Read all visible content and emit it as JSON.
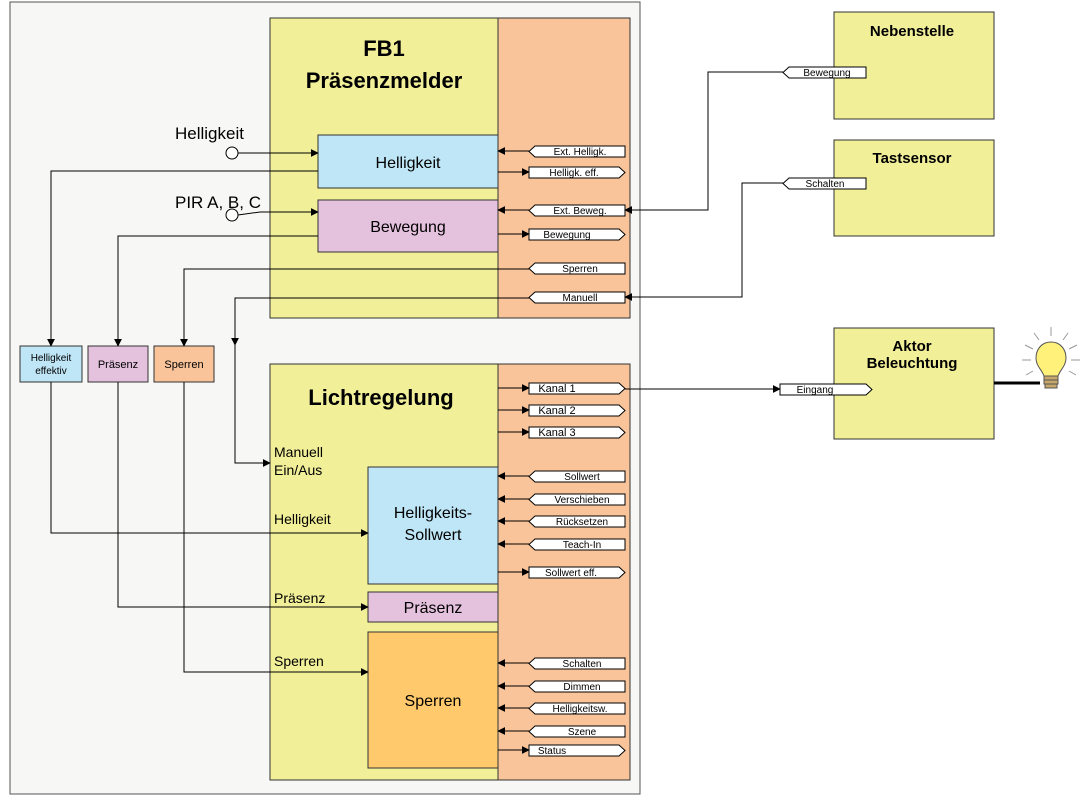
{
  "fb1": {
    "title_line1": "FB1",
    "title_line2": "Präsenzmelder",
    "helligkeit_block": "Helligkeit",
    "bewegung_block": "Bewegung",
    "input_helligkeit": "Helligkeit",
    "input_pir": "PIR A, B, C",
    "connectors": {
      "ext_hellig": "Ext. Helligk.",
      "hellig_eff": "Helligk. eff.",
      "ext_beweg": "Ext. Beweg.",
      "bewegung": "Bewegung",
      "sperren": "Sperren",
      "manuell": "Manuell"
    }
  },
  "mid": {
    "helligkeit_effektiv_line1": "Helligkeit",
    "helligkeit_effektiv_line2": "effektiv",
    "praesenz": "Präsenz",
    "sperren": "Sperren"
  },
  "licht": {
    "title": "Lichtregelung",
    "label_manuell_line1": "Manuell",
    "label_manuell_line2": "Ein/Aus",
    "label_helligkeit": "Helligkeit",
    "label_praesenz": "Präsenz",
    "label_sperren": "Sperren",
    "sollwert_line1": "Helligkeits-",
    "sollwert_line2": "Sollwert",
    "praesenz_block": "Präsenz",
    "sperren_block": "Sperren",
    "connectors": {
      "kanal1": "Kanal 1",
      "kanal2": "Kanal 2",
      "kanal3": "Kanal 3",
      "sollwert": "Sollwert",
      "verschieben": "Verschieben",
      "ruecksetzen": "Rücksetzen",
      "teachin": "Teach-In",
      "sollwert_eff": "Sollwert eff.",
      "schalten": "Schalten",
      "dimmen": "Dimmen",
      "helligkeitsw": "Helligkeitsw.",
      "szene": "Szene",
      "status": "Status"
    }
  },
  "right": {
    "nebenstelle_title": "Nebenstelle",
    "nebenstelle_port": "Bewegung",
    "tastsensor_title": "Tastsensor",
    "tastsensor_port": "Schalten",
    "aktor_line1": "Aktor",
    "aktor_line2": "Beleuchtung",
    "aktor_port": "Eingang"
  },
  "colors": {
    "block_yellow": "#f2ef99",
    "port_column": "#f9c49a",
    "helligkeit_blue": "#bfe6f6",
    "bewegung_pink": "#e4c1dc",
    "sperren_orange": "#ffc96c",
    "panel_grey": "#f7f7f5"
  },
  "icons": [
    "lightbulb-icon"
  ]
}
